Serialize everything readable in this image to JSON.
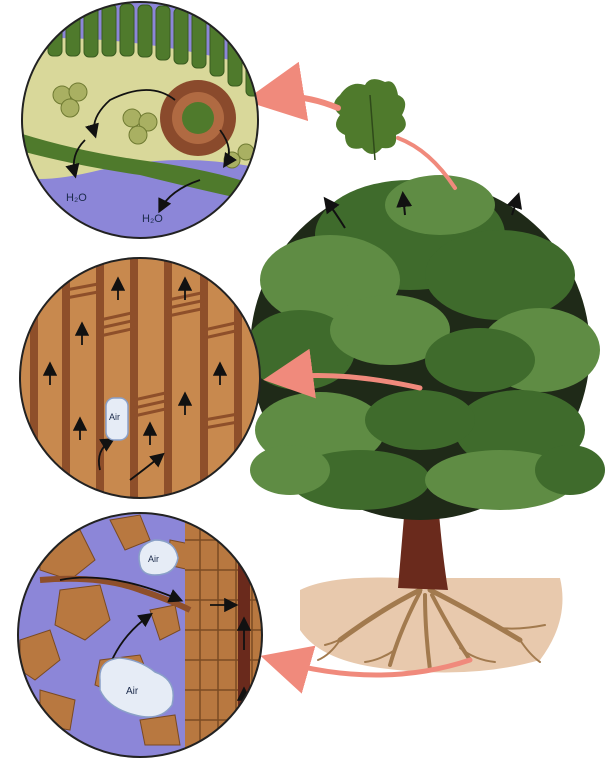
{
  "labels": {
    "leaf_h2o_1": "H₂O",
    "leaf_h2o_2": "H₂O",
    "xylem_air": "Air",
    "soil_air_1": "Air",
    "soil_air_2": "Air"
  },
  "colors": {
    "leaf_bg": "#8c86d8",
    "mesophyll": "#d9d89a",
    "leaf_cell": "#4f7a2c",
    "bundle": "#8a4a2c",
    "xylem_bg": "#c8894e",
    "xylem_vessel": "#8e4f2a",
    "soil_water": "#8c86d8",
    "soil_particle": "#b87840",
    "canopy_dark": "#1f2a18",
    "canopy_mid": "#3f6b2c",
    "canopy_light": "#5f8c44",
    "trunk": "#6a2a1c",
    "soil_ground": "#e8c9ad",
    "root": "#a27a4e",
    "arrow_pink": "#f08a7c"
  }
}
